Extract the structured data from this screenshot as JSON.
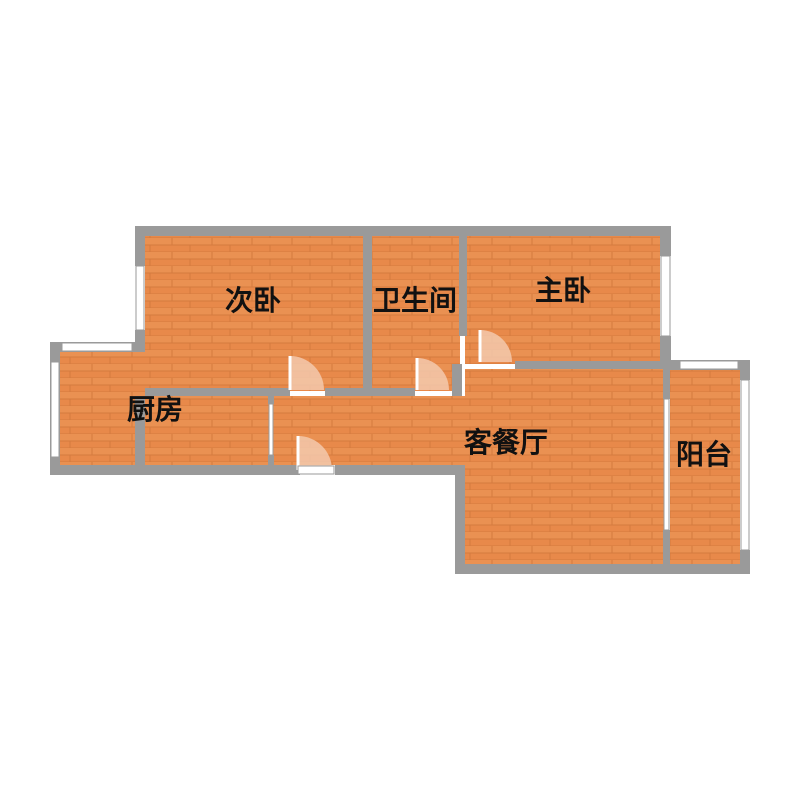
{
  "colors": {
    "floor": "#e8894a",
    "floor_dark": "#d2733a",
    "wall": "#9a9a9a",
    "window": "#ffffff",
    "door_arc": "#f3c9ad",
    "label": "#111111"
  },
  "rooms": {
    "second_bedroom": "次卧",
    "bathroom": "卫生间",
    "master_bedroom": "主卧",
    "kitchen": "厨房",
    "living_dining": "客餐厅",
    "balcony": "阳台"
  }
}
